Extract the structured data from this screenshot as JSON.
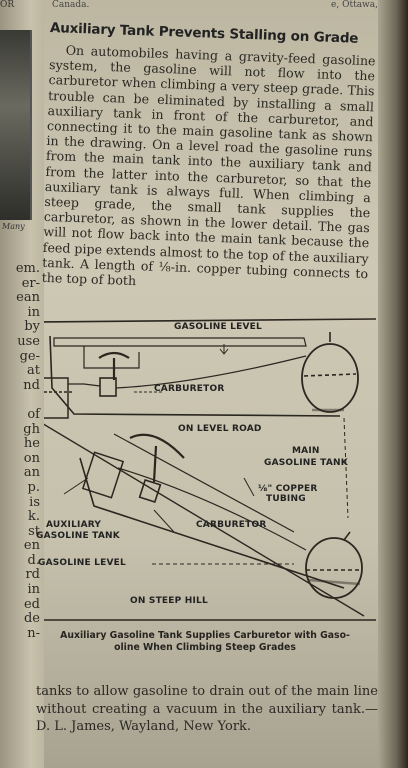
{
  "page": {
    "header_left": "OR",
    "header_center": "Canada.",
    "header_right": "e, Ottawa,",
    "left_caption": "Many",
    "left_column_fragments": [
      "em.",
      "er-",
      "ean",
      "in",
      "by",
      "use",
      "ge-",
      "at",
      "nd",
      "",
      "of",
      "gh",
      "he",
      "on",
      "an",
      "p.",
      "is",
      "k.",
      "st",
      "en",
      "d.",
      "rd",
      "in",
      "ed",
      "de",
      "n-"
    ]
  },
  "article": {
    "title": "Auxiliary Tank Prevents Stalling on Grade",
    "body": "On automobiles having a gravity-feed gasoline system, the gasoline will not flow into the carburetor when climbing a very steep grade. This trouble can be eliminated by installing a small auxiliary tank in front of the carburetor, and connecting it to the main gasoline tank as shown in the drawing. On a level road the gasoline runs from the main tank into the auxiliary tank and from the latter into the carburetor, so that the auxiliary tank is always full. When climbing a steep grade, the small tank supplies the carburetor, as shown in the lower detail. The gas will not flow back into the main tank because the feed pipe extends almost to the top of the auxiliary tank. A length of ⅛-in. copper tubing connects to the top of both",
    "closing": "tanks to allow gasoline to drain out of the main line without creating a vacuum in the auxiliary tank.—D. L. James, Wayland, New York."
  },
  "figure": {
    "labels": {
      "gasoline_level_top": "GASOLINE LEVEL",
      "carburetor_top": "CARBURETOR",
      "on_level_road": "ON LEVEL ROAD",
      "main_tank_1": "MAIN",
      "main_tank_2": "GASOLINE TANK",
      "copper_1": "⅛\" COPPER",
      "copper_2": "TUBING",
      "aux_1": "AUXILIARY",
      "aux_2": "GASOLINE TANK",
      "carburetor_bottom": "CARBURETOR",
      "gasoline_level_bottom": "GASOLINE LEVEL",
      "on_steep_hill": "ON STEEP HILL"
    },
    "caption_line1": "Auxiliary Gasoline Tank Supplies Carburetor with Gaso-",
    "caption_line2": "oline When Climbing Steep Grades"
  }
}
